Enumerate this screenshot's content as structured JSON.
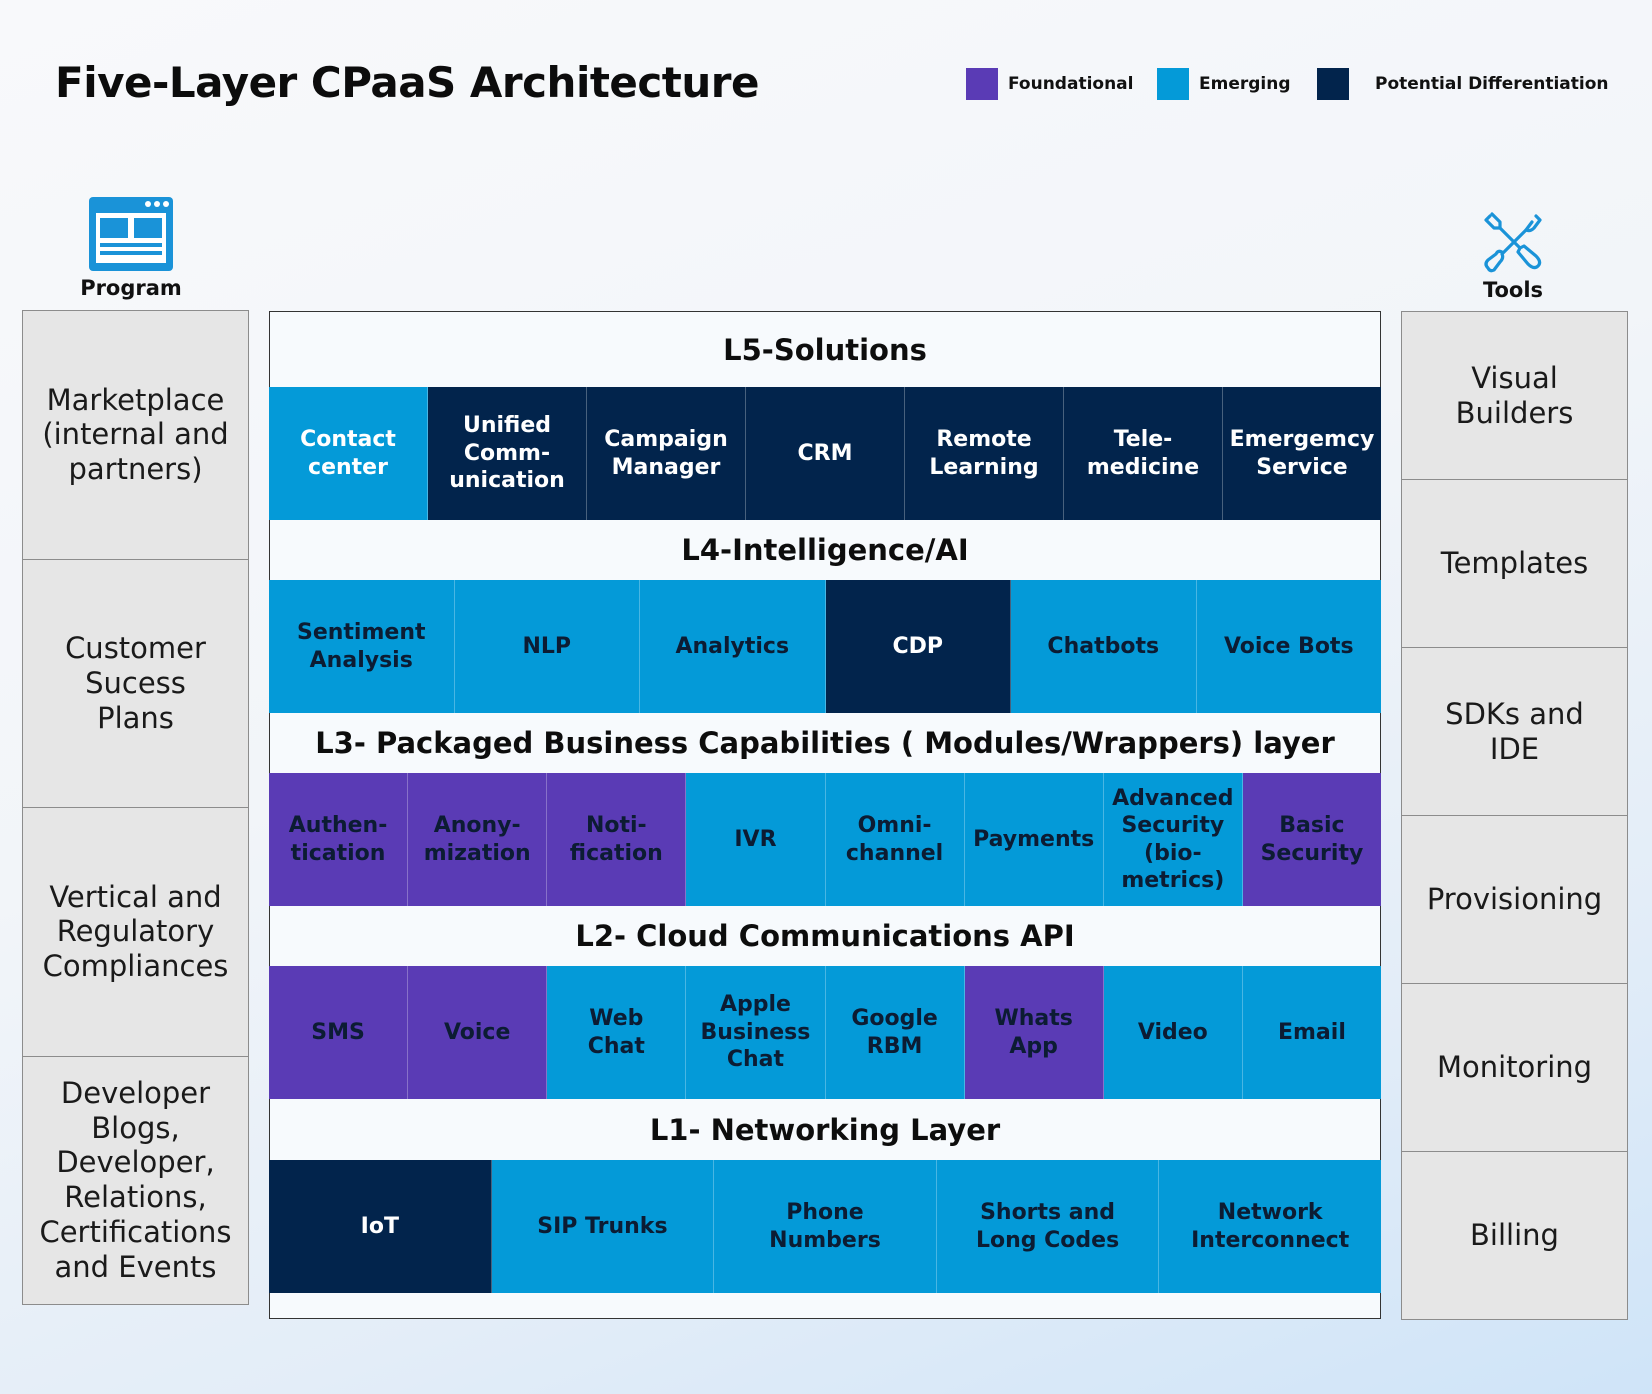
{
  "title": "Five-Layer CPaaS Architecture",
  "colors": {
    "foundational": "#5a3bb5",
    "emerging": "#049ad8",
    "differentiation": "#02244c",
    "icon_blue": "#1a93d8"
  },
  "legend": [
    {
      "label": "Foundational",
      "color": "#5a3bb5"
    },
    {
      "label": "Emerging",
      "color": "#049ad8"
    },
    {
      "label": "Potential Differentiation",
      "color": "#02244c"
    }
  ],
  "program": {
    "label": "Program",
    "icon": "browser-window-icon",
    "items": [
      "Marketplace\n(internal and\npartners)",
      "Customer\nSucess\nPlans",
      "Vertical and\nRegulatory\nCompliances",
      "Developer\nBlogs,\nDeveloper,\nRelations,\nCertifications\nand Events"
    ]
  },
  "tools": {
    "label": "Tools",
    "icon": "tools-wrench-screwdriver-icon",
    "items": [
      "Visual\nBuilders",
      "Templates",
      "SDKs and\nIDE",
      "Provisioning",
      "Monitoring",
      "Billing"
    ]
  },
  "layers": [
    {
      "title": "L5-Solutions",
      "cells": [
        {
          "label": "Contact\ncenter",
          "category": "emerging"
        },
        {
          "label": "Unified\nComm-\nunication",
          "category": "differentiation"
        },
        {
          "label": "Campaign\nManager",
          "category": "differentiation"
        },
        {
          "label": "CRM",
          "category": "differentiation"
        },
        {
          "label": "Remote\nLearning",
          "category": "differentiation"
        },
        {
          "label": "Tele-\nmedicine",
          "category": "differentiation"
        },
        {
          "label": "Emergemcy\nService",
          "category": "differentiation"
        }
      ]
    },
    {
      "title": "L4-Intelligence/AI",
      "cells": [
        {
          "label": "Sentiment\nAnalysis",
          "category": "emerging",
          "dark_text": true
        },
        {
          "label": "NLP",
          "category": "emerging",
          "dark_text": true
        },
        {
          "label": "Analytics",
          "category": "emerging",
          "dark_text": true
        },
        {
          "label": "CDP",
          "category": "differentiation"
        },
        {
          "label": "Chatbots",
          "category": "emerging",
          "dark_text": true
        },
        {
          "label": "Voice Bots",
          "category": "emerging",
          "dark_text": true
        }
      ]
    },
    {
      "title": "L3- Packaged Business Capabilities ( Modules/Wrappers) layer",
      "cells": [
        {
          "label": "Authen-\ntication",
          "category": "foundational",
          "dark_text": true
        },
        {
          "label": "Anony-\nmization",
          "category": "foundational",
          "dark_text": true
        },
        {
          "label": "Noti-\nfication",
          "category": "foundational",
          "dark_text": true
        },
        {
          "label": "IVR",
          "category": "emerging",
          "dark_text": true
        },
        {
          "label": "Omni-\nchannel",
          "category": "emerging",
          "dark_text": true
        },
        {
          "label": "Payments",
          "category": "emerging",
          "dark_text": true
        },
        {
          "label": "Advanced\nSecurity\n(bio-\nmetrics)",
          "category": "emerging",
          "dark_text": true
        },
        {
          "label": "Basic\nSecurity",
          "category": "foundational",
          "dark_text": true
        }
      ]
    },
    {
      "title": "L2- Cloud Communications API",
      "cells": [
        {
          "label": "SMS",
          "category": "foundational",
          "dark_text": true
        },
        {
          "label": "Voice",
          "category": "foundational",
          "dark_text": true
        },
        {
          "label": "Web\nChat",
          "category": "emerging",
          "dark_text": true
        },
        {
          "label": "Apple\nBusiness\nChat",
          "category": "emerging",
          "dark_text": true
        },
        {
          "label": "Google\nRBM",
          "category": "emerging",
          "dark_text": true
        },
        {
          "label": "Whats\nApp",
          "category": "foundational",
          "dark_text": true
        },
        {
          "label": "Video",
          "category": "emerging",
          "dark_text": true
        },
        {
          "label": "Email",
          "category": "emerging",
          "dark_text": true
        }
      ]
    },
    {
      "title": "L1- Networking Layer",
      "cells": [
        {
          "label": "IoT",
          "category": "differentiation"
        },
        {
          "label": "SIP Trunks",
          "category": "emerging",
          "dark_text": true
        },
        {
          "label": "Phone\nNumbers",
          "category": "emerging",
          "dark_text": true
        },
        {
          "label": "Shorts and\nLong Codes",
          "category": "emerging",
          "dark_text": true
        },
        {
          "label": "Network\nInterconnect",
          "category": "emerging",
          "dark_text": true
        }
      ]
    }
  ]
}
